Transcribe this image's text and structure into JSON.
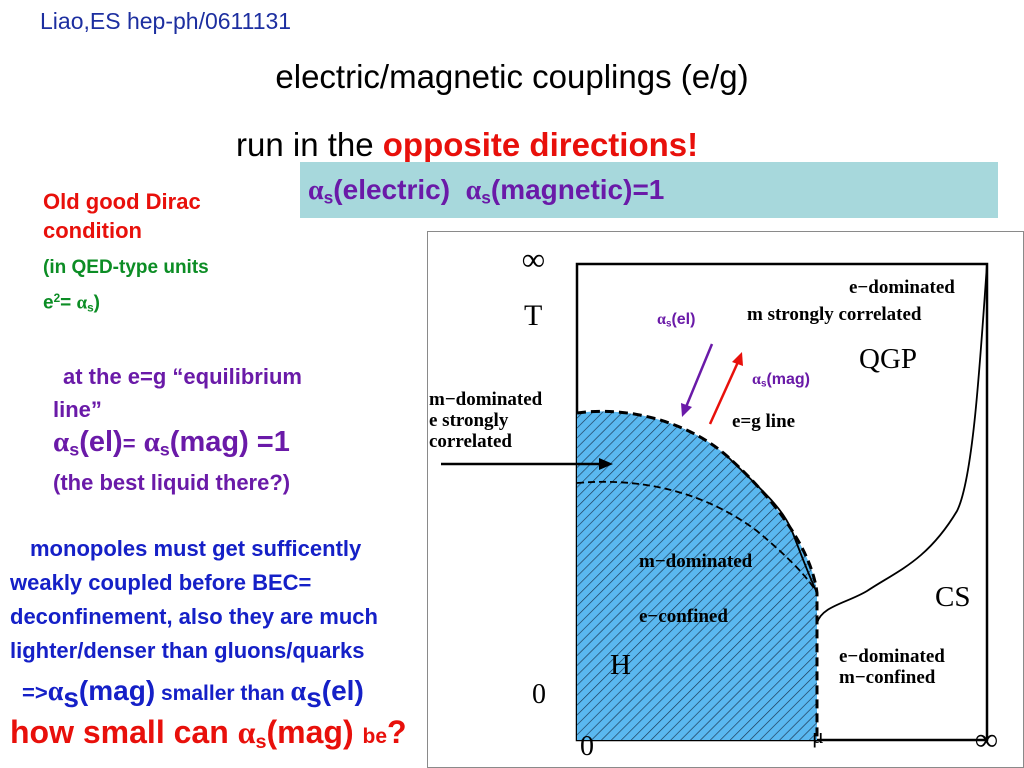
{
  "citation": "Liao,ES hep-ph/0611131",
  "title": {
    "line1": "electric/magnetic couplings (e/g)",
    "line2_prefix": "run in the ",
    "line2_highlight": "opposite directions!"
  },
  "alpha_box": {
    "symbol": "α",
    "sub": "s",
    "electric": "(electric)",
    "magnetic": "(magnetic)=1"
  },
  "dirac": {
    "line1": "Old good Dirac",
    "line2": "condition",
    "units_line1": "(in QED-type units",
    "units_e": "e",
    "units_sup": "2",
    "units_eq": "= ",
    "units_close": ")"
  },
  "equilibrium": {
    "line1": "at the e=g “equilibrium",
    "line2": "line”",
    "el": "(el)",
    "eq": "=",
    "mag": "(mag)",
    "one": " =1",
    "line4": "(the best liquid there?)"
  },
  "monopoles": {
    "line1": "monopoles must get sufficently",
    "line2": "weakly coupled  before BEC=",
    "line3": "deconfinement, also they are much",
    "line4": "lighter/denser than gluons/quarks",
    "arrow": "=>",
    "mag": "(mag)",
    "smaller": " smaller than ",
    "el": "(el)"
  },
  "how_small": {
    "prefix": "how small can ",
    "mag": "(mag)",
    "be": "be",
    "q": "?"
  },
  "diagram": {
    "infinity": "∞",
    "T": "T",
    "zero_T": "0",
    "zero_mu": "0",
    "mu": "μ",
    "infinity_mu": "∞",
    "e_dominated_line1": "e−dominated",
    "e_dominated_line2": "m strongly correlated",
    "QGP": "QGP",
    "alpha_el": "(el)",
    "alpha_mag": "(mag)",
    "alpha_sub": "s",
    "alpha_symbol": "α",
    "eg_line": "e=g line",
    "m_dom_line1": "m−dominated",
    "m_dom_line2": "e strongly",
    "m_dom_line3": "correlated",
    "m_dom_conf1": "m−dominated",
    "m_dom_conf2": "e−confined",
    "CS": "CS",
    "H": "H",
    "e_dom_conf1": "e−dominated",
    "e_dom_conf2": "m−confined"
  },
  "colors": {
    "red": "#e8100b",
    "purple": "#6a1aa8",
    "blue": "#1520c7",
    "green": "#0c8d25",
    "box": "#a7d8dc",
    "hadron_fill": "#5ab8f0"
  }
}
